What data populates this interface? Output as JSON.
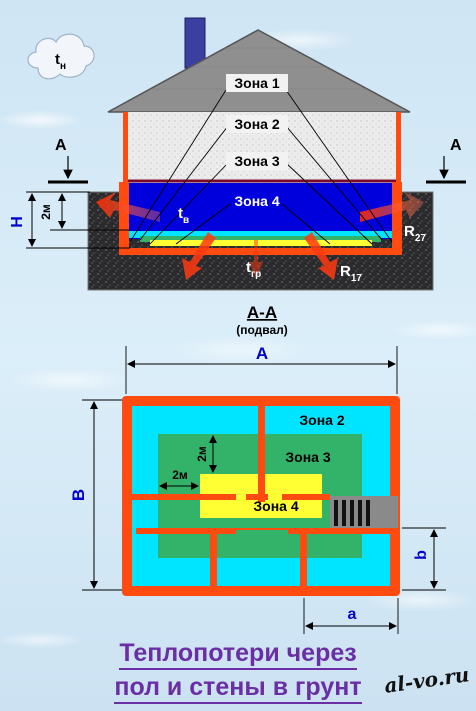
{
  "top_view": {
    "t_outside": {
      "base": "t",
      "sub": "н"
    },
    "zones": [
      "Зона 1",
      "Зона 2",
      "Зона 3",
      "Зона 4"
    ],
    "t_inside": {
      "base": "t",
      "sub": "в"
    },
    "t_ground": {
      "base": "t",
      "sub": "гр"
    },
    "r_floor": {
      "base": "R",
      "sub": "17"
    },
    "r_wall": {
      "base": "R",
      "sub": "27"
    },
    "section_letter_left": "А",
    "section_letter_right": "А",
    "depth_label": "H",
    "two_m_label": "2м"
  },
  "section": {
    "title": "А-А",
    "subtitle": "(подвал)"
  },
  "plan": {
    "dim_a_upper": "А",
    "dim_b_upper": "В",
    "dim_a": "a",
    "dim_b": "b",
    "two_m_horizontal": "2м",
    "two_m_vertical": "2м",
    "zone2": "Зона 2",
    "zone3": "Зона 3",
    "zone4": "Зона 4"
  },
  "caption": {
    "line1": "Теплопотери через",
    "line2": "пол и стены в грунт"
  },
  "watermark": "al-vo.ru",
  "colors": {
    "wall_orange": "#ff4a10",
    "zone2_cyan": "#00e5ff",
    "zone3_green": "#33b26a",
    "zone4_yellow": "#ffff33",
    "basement_blue": "#0000dd",
    "ground_dark": "#2d2d30",
    "caption_purple": "#6a2fa5"
  }
}
